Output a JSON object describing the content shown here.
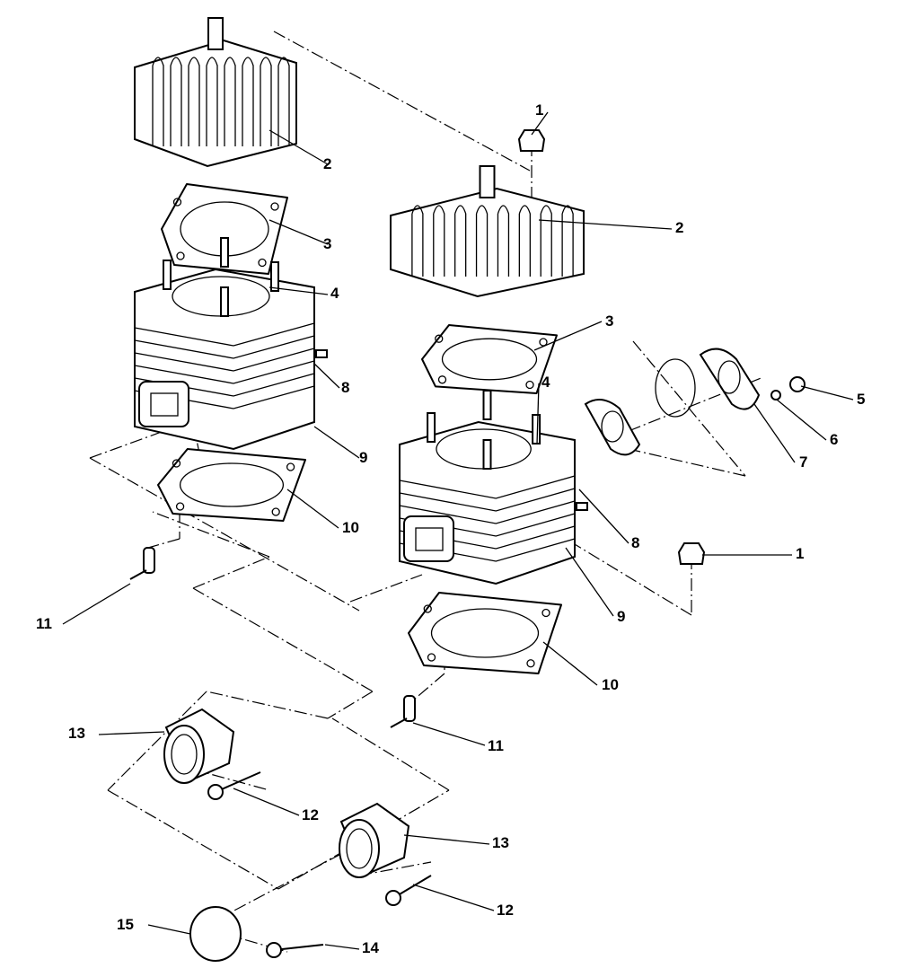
{
  "diagram": {
    "type": "exploded parts diagram",
    "line_color": "#000000",
    "background": "#ffffff",
    "callouts": [
      "1",
      "2",
      "3",
      "4",
      "8",
      "9",
      "10",
      "11",
      "2",
      "3",
      "5",
      "6",
      "7",
      "4",
      "8",
      "1",
      "9",
      "10",
      "11",
      "13",
      "12",
      "13",
      "12",
      "15",
      "14"
    ]
  }
}
